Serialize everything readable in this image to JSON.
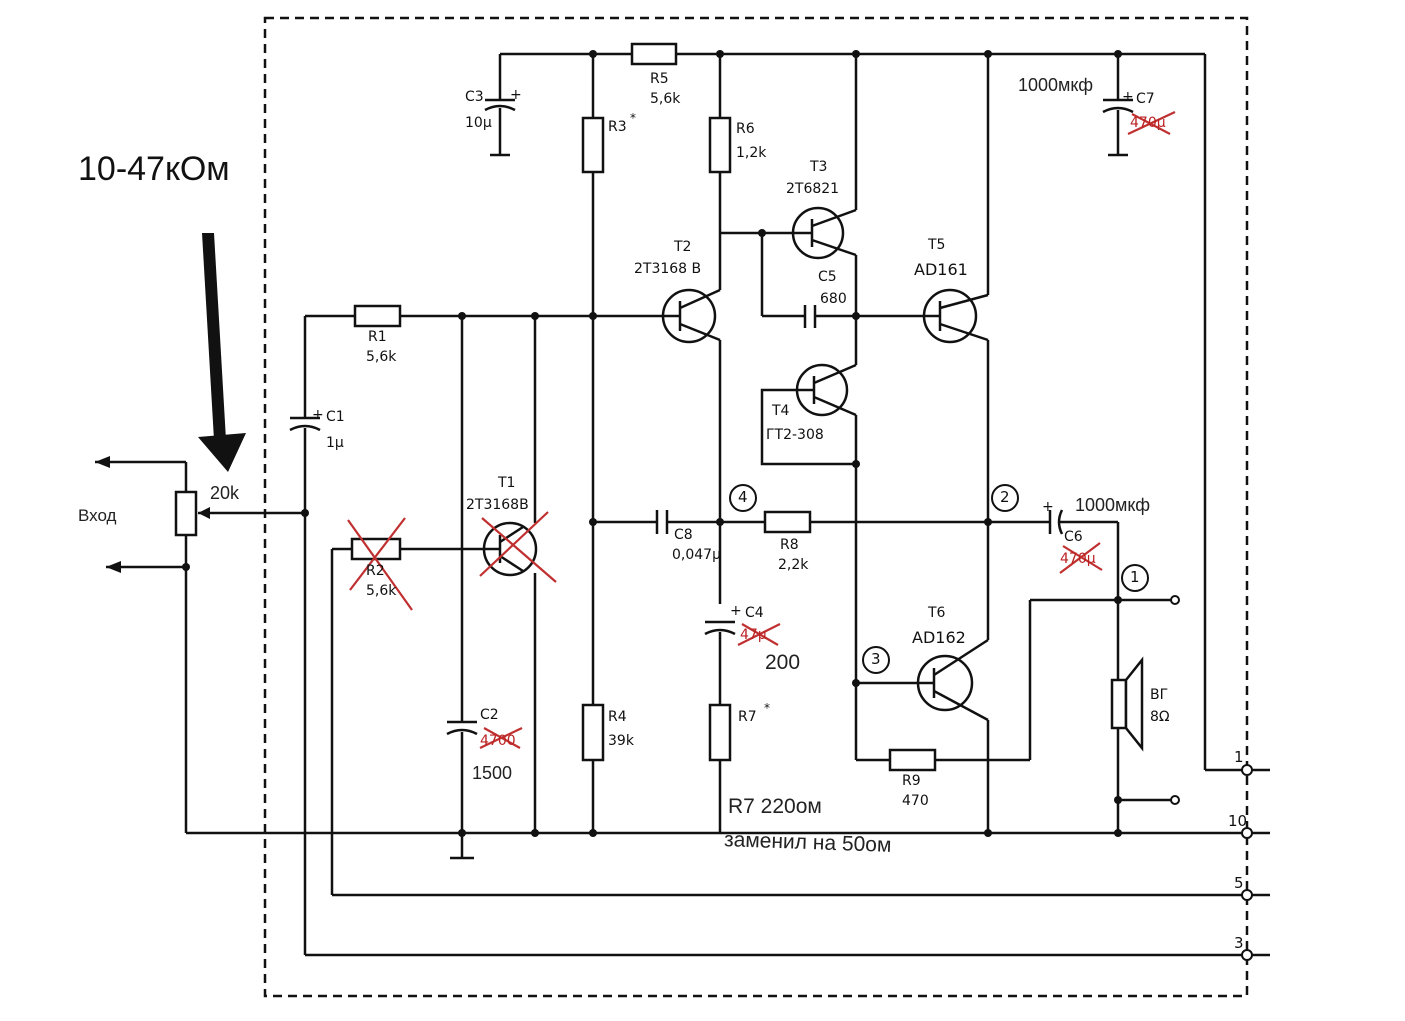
{
  "annotations": {
    "pot_range": "10-47кОм",
    "pot_value": "20k",
    "input_label": "Вход",
    "c7_new": "1000мкф",
    "c6_new": "1000мкф",
    "c4_new": "200",
    "c2_new": "1500",
    "r7_note_1": "R7 220ом",
    "r7_note_2": "заменил на 50ом"
  },
  "components": {
    "r1": {
      "name": "R1",
      "value": "5,6k"
    },
    "r2": {
      "name": "R2",
      "value": "5,6k"
    },
    "r3": {
      "name": "R3",
      "mark": "*"
    },
    "r4": {
      "name": "R4",
      "value": "39k"
    },
    "r5": {
      "name": "R5",
      "value": "5,6k"
    },
    "r6": {
      "name": "R6",
      "value": "1,2k"
    },
    "r7": {
      "name": "R7",
      "mark": "*"
    },
    "r8": {
      "name": "R8",
      "value": "2,2k"
    },
    "r9": {
      "name": "R9",
      "value": "470"
    },
    "c1": {
      "name": "C1",
      "value": "1µ",
      "plus": "+"
    },
    "c2": {
      "name": "C2",
      "value": "4700"
    },
    "c3": {
      "name": "C3",
      "value": "10µ",
      "plus": "+"
    },
    "c4": {
      "name": "C4",
      "value": "47µ",
      "plus": "+"
    },
    "c5": {
      "name": "C5",
      "value": "680"
    },
    "c6": {
      "name": "C6",
      "value": "470µ",
      "plus": "+"
    },
    "c7": {
      "name": "C7",
      "value": "470µ",
      "plus": "+"
    },
    "c8": {
      "name": "C8",
      "value": "0,047µ"
    },
    "t1": {
      "name": "T1",
      "type": "2T3168B"
    },
    "t2": {
      "name": "T2",
      "type": "2T3168 B"
    },
    "t3": {
      "name": "T3",
      "type": "2T6821"
    },
    "t4": {
      "name": "T4",
      "type": "ГТ2-308"
    },
    "t5": {
      "name": "T5",
      "type": "AD161"
    },
    "t6": {
      "name": "T6",
      "type": "AD162"
    },
    "speaker": {
      "name": "ВГ",
      "value": "8Ω"
    }
  },
  "nodes": [
    "1",
    "2",
    "3",
    "4"
  ],
  "pins": [
    "1",
    "10",
    "5",
    "3"
  ]
}
